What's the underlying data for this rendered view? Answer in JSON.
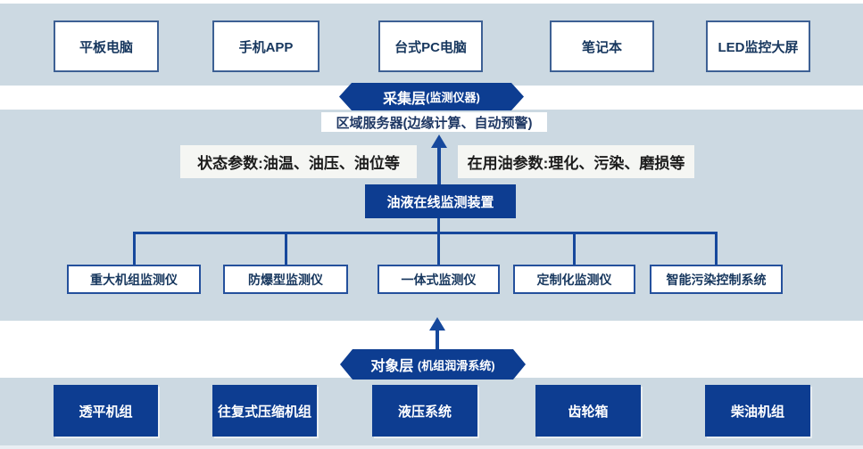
{
  "terminals": [
    {
      "label": "平板电脑"
    },
    {
      "label": "手机APP"
    },
    {
      "label": "台式PC电脑"
    },
    {
      "label": "笔记本"
    },
    {
      "label": "LED监控大屏"
    }
  ],
  "collection_layer": {
    "title": "采集层",
    "subtitle": "(监测仪器)"
  },
  "server": {
    "label": "区域服务器(边缘计算、自动预警)"
  },
  "parameters": {
    "left": "状态参数:油温、油压、油位等",
    "right": "在用油参数:理化、污染、磨损等"
  },
  "device": {
    "label": "油液在线监测装置"
  },
  "monitors": [
    {
      "label": "重大机组监测仪"
    },
    {
      "label": "防爆型监测仪"
    },
    {
      "label": "一体式监测仪"
    },
    {
      "label": "定制化监测仪"
    },
    {
      "label": "智能污染控制系统"
    }
  ],
  "object_layer": {
    "title": "对象层",
    "subtitle": "(机组润滑系统)"
  },
  "equipment": [
    {
      "label": "透平机组"
    },
    {
      "label": "往复式压缩机组"
    },
    {
      "label": "液压系统"
    },
    {
      "label": "齿轮箱"
    },
    {
      "label": "柴油机组"
    }
  ],
  "colors": {
    "band": "#ccd9e2",
    "dark_blue": "#0d3d91",
    "line_blue": "#16489c",
    "box_border": "#3d6094",
    "navy_text": "#17375e",
    "label_bg": "#f5f6f3"
  }
}
